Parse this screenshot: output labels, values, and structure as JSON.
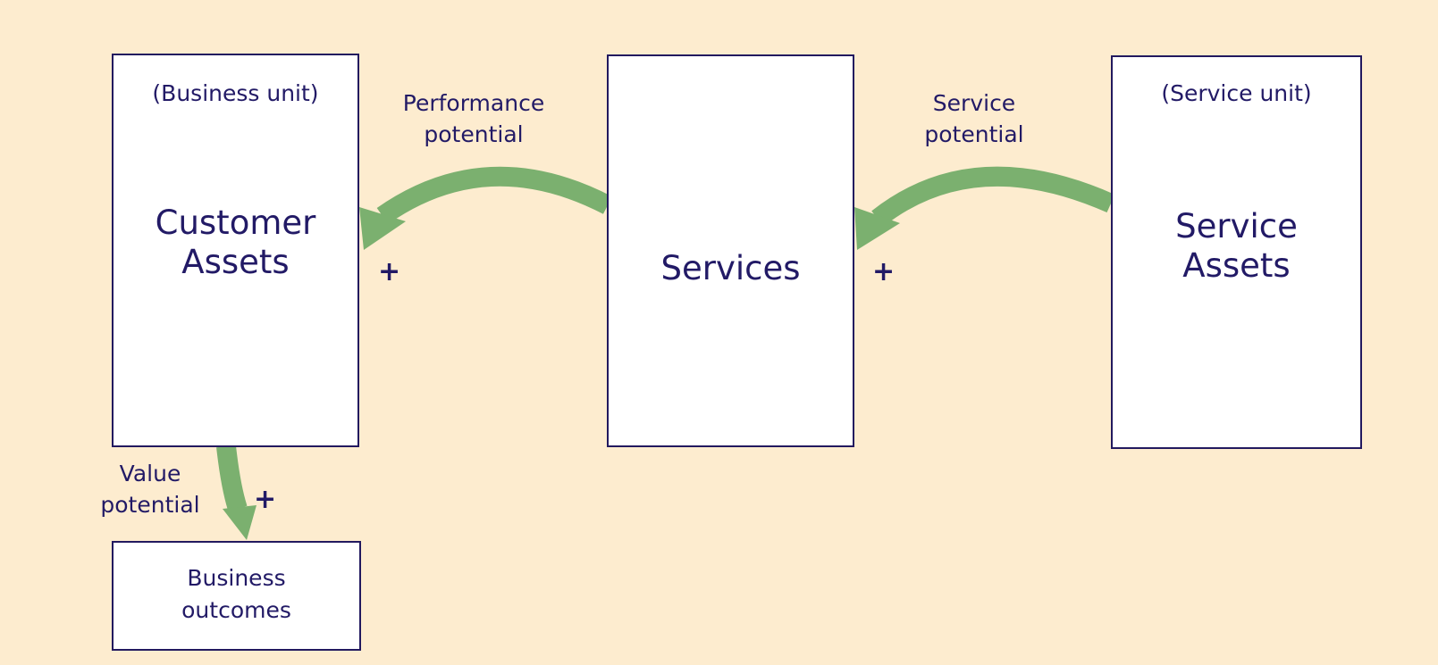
{
  "customer_box": {
    "subtitle": "(Business unit)",
    "title_line1": "Customer",
    "title_line2": "Assets"
  },
  "services_box": {
    "title": "Services"
  },
  "service_box": {
    "subtitle": "(Service unit)",
    "title_line1": "Service",
    "title_line2": "Assets"
  },
  "outcomes_box": {
    "title_line1": "Business",
    "title_line2": "outcomes"
  },
  "arrows": {
    "performance": {
      "label_line1": "Performance",
      "label_line2": "potential",
      "sign": "+"
    },
    "service": {
      "label_line1": "Service",
      "label_line2": "potential",
      "sign": "+"
    },
    "value": {
      "label_line1": "Value",
      "label_line2": "potential",
      "sign": "+"
    }
  },
  "colors": {
    "background": "#fdeccf",
    "box_fill": "#ffffff",
    "box_border": "#22195f",
    "text": "#221a66",
    "arrow": "#7bb06f"
  }
}
